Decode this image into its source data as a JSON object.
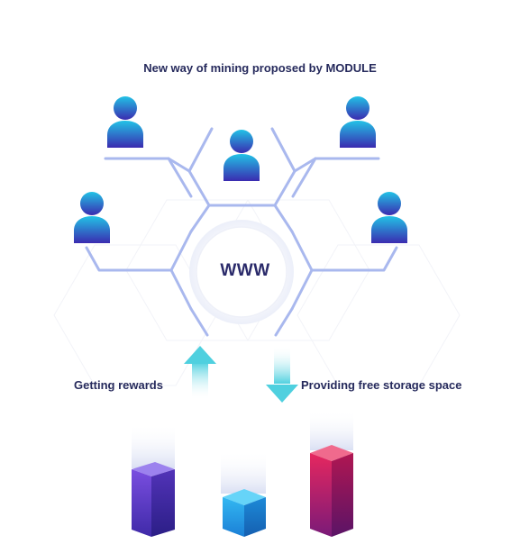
{
  "diagram": {
    "title": "New way of mining proposed by MODULE",
    "center_label": "WWW",
    "left_caption": "Getting rewards",
    "right_caption": "Providing free storage space",
    "icons": [
      "user-icon",
      "user-icon",
      "user-icon",
      "user-icon",
      "user-icon",
      "arrow-up-icon",
      "arrow-down-icon",
      "storage-block-icon",
      "storage-block-icon",
      "storage-block-icon"
    ]
  },
  "colors": {
    "hex_line": "#a9b8ee",
    "text": "#262a5c",
    "user_top": "#22c3e6",
    "user_bottom": "#3a2bb0",
    "arrow": "#4fd0df",
    "block_purple": "#6a3fd0",
    "block_blue": "#22a6ea",
    "block_red": "#d0195a"
  }
}
